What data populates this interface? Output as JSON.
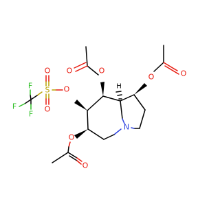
{
  "atoms": {
    "o_c8_oac": "O",
    "o_c8_carbonyl": "O",
    "o_c1_oac": "O",
    "o_c1_carbonyl": "O",
    "o_c7_otf": "O",
    "s_triflyl": "S",
    "o_s_top": "O",
    "o_s_bottom": "O",
    "f_top": "F",
    "f_left": "F",
    "f_bottom": "F",
    "o_c6_oac": "O",
    "o_c6_carbonyl": "O",
    "n_ring": "N",
    "h_c8a": "H"
  },
  "colors": {
    "carbon_bond": "#000000",
    "oxygen": "#e8190e",
    "sulfur": "#b9a300",
    "fluorine": "#2fbf26",
    "nitrogen": "#2f44e0"
  }
}
